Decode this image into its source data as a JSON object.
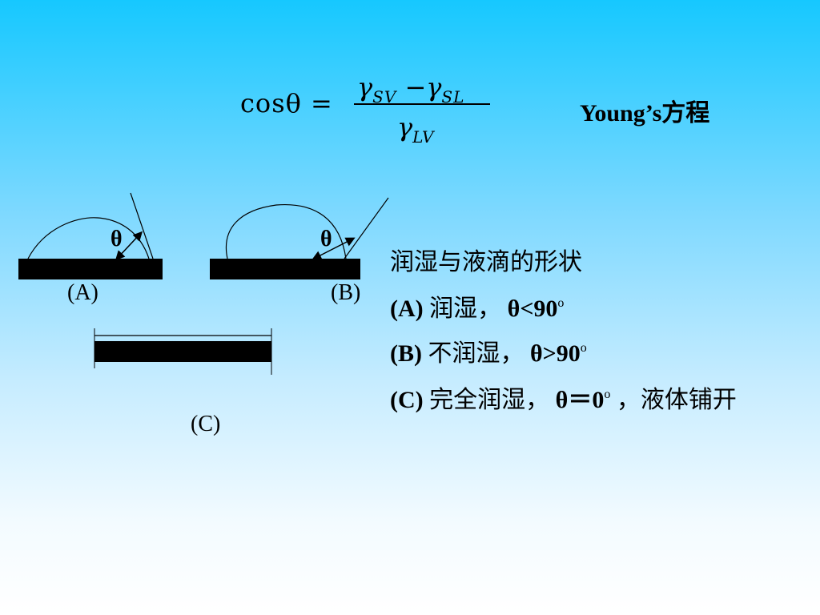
{
  "formula": {
    "lhs": "cosθ =",
    "gamma": "γ",
    "minus": " −",
    "sub_sv": "SV",
    "sub_sl": "SL",
    "sub_lv": "LV"
  },
  "title": "Young’s方程",
  "diagram": {
    "theta_a": "θ",
    "theta_b": "θ",
    "label_a": "(A)",
    "label_b": "(B)",
    "label_c": "(C)"
  },
  "explanation": {
    "heading": "润湿与液滴的形状",
    "line_a_tag": "(A)",
    "line_a_text": " 润湿，  ",
    "line_a_cond": "θ<90",
    "line_b_tag": "(B)",
    "line_b_text": " 不润湿，  ",
    "line_b_cond": "θ>90",
    "line_c_tag": "(C)",
    "line_c_text": " 完全润湿，  ",
    "line_c_cond": "θ＝0",
    "line_c_tail": " ，液体铺开",
    "degree": "o"
  }
}
